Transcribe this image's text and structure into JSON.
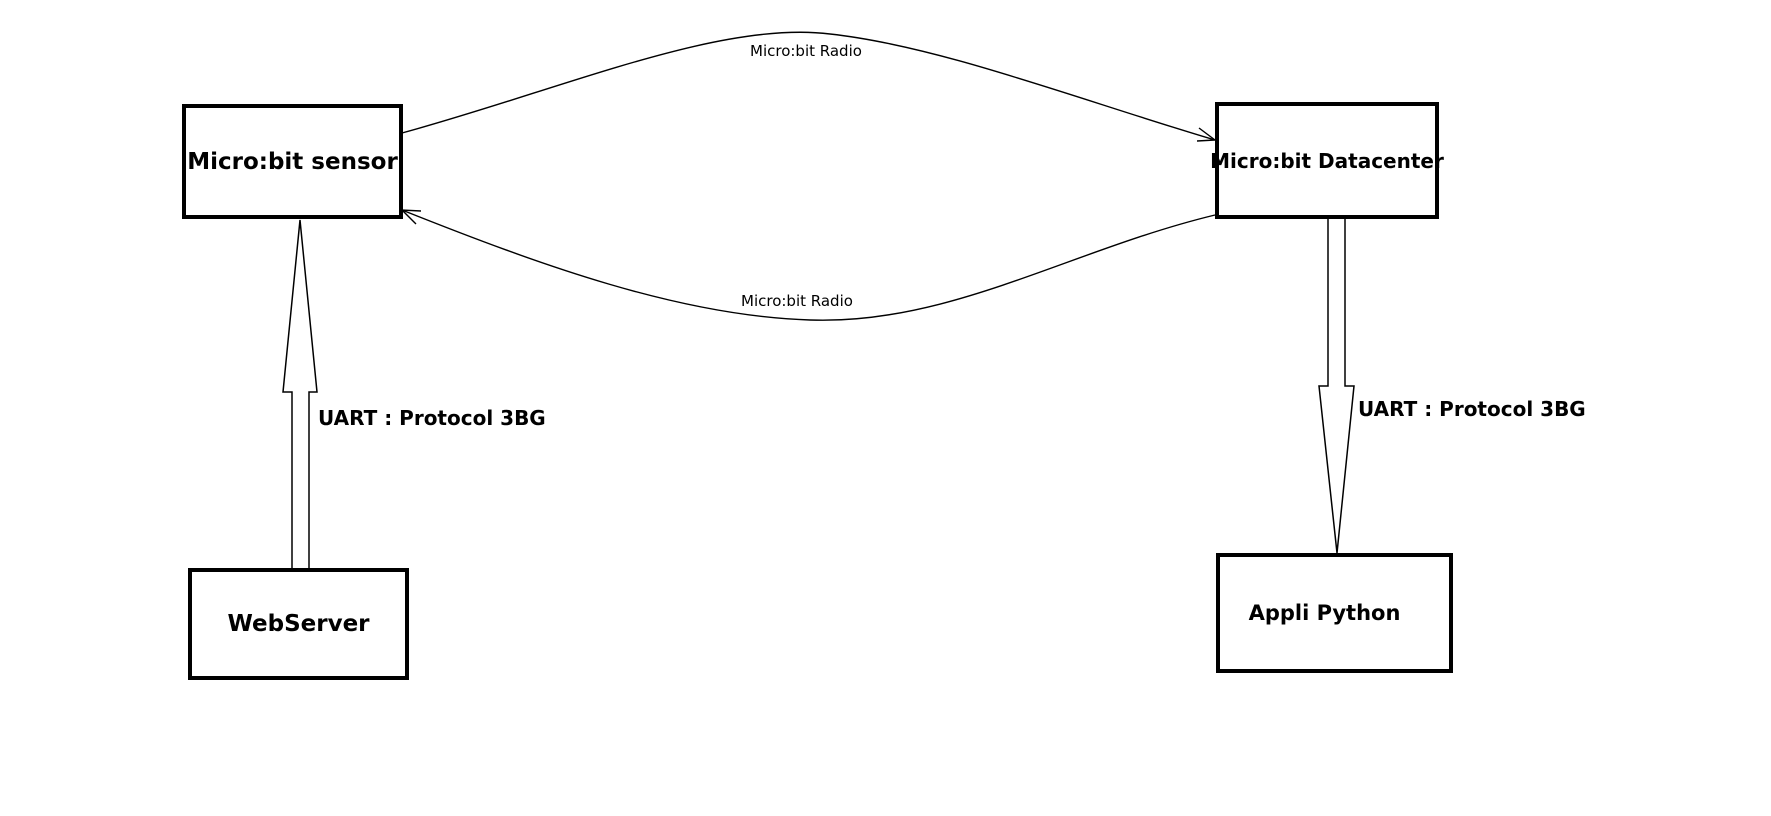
{
  "nodes": {
    "sensor": {
      "label": "Micro:bit sensor"
    },
    "datacenter": {
      "label": "Micro:bit Datacenter"
    },
    "webserver": {
      "label": "WebServer"
    },
    "appli": {
      "label": "Appli Python"
    }
  },
  "edges": {
    "radio_top": {
      "label": "Micro:bit Radio"
    },
    "radio_bottom": {
      "label": "Micro:bit Radio"
    },
    "uart_left": {
      "label": "UART : Protocol 3BG"
    },
    "uart_right": {
      "label": "UART : Protocol 3BG"
    }
  }
}
